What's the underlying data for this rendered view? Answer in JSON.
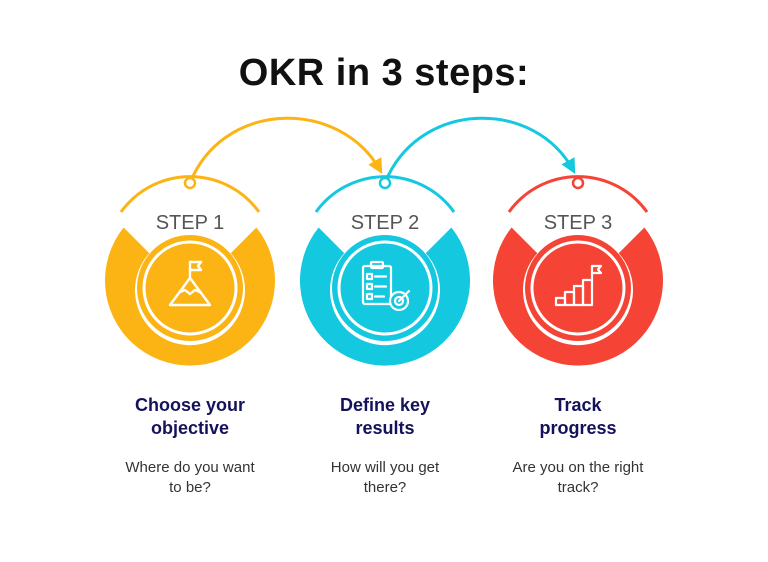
{
  "title": "OKR in 3 steps:",
  "colors": {
    "yellow": "#FBB414",
    "cyan": "#14C8E0",
    "red": "#F54436",
    "heading_text": "#14125A",
    "body_text": "#333333"
  },
  "steps": [
    {
      "label": "STEP 1",
      "heading_line1": "Choose your",
      "heading_line2": "objective",
      "desc_line1": "Where do you want",
      "desc_line2": "to be?",
      "icon": "mountain-flag-icon"
    },
    {
      "label": "STEP 2",
      "heading_line1": "Define key",
      "heading_line2": "results",
      "desc_line1": "How will you get",
      "desc_line2": "there?",
      "icon": "checklist-target-icon"
    },
    {
      "label": "STEP 3",
      "heading_line1": "Track",
      "heading_line2": "progress",
      "desc_line1": "Are you on the right",
      "desc_line2": "track?",
      "icon": "stairs-flag-icon"
    }
  ]
}
